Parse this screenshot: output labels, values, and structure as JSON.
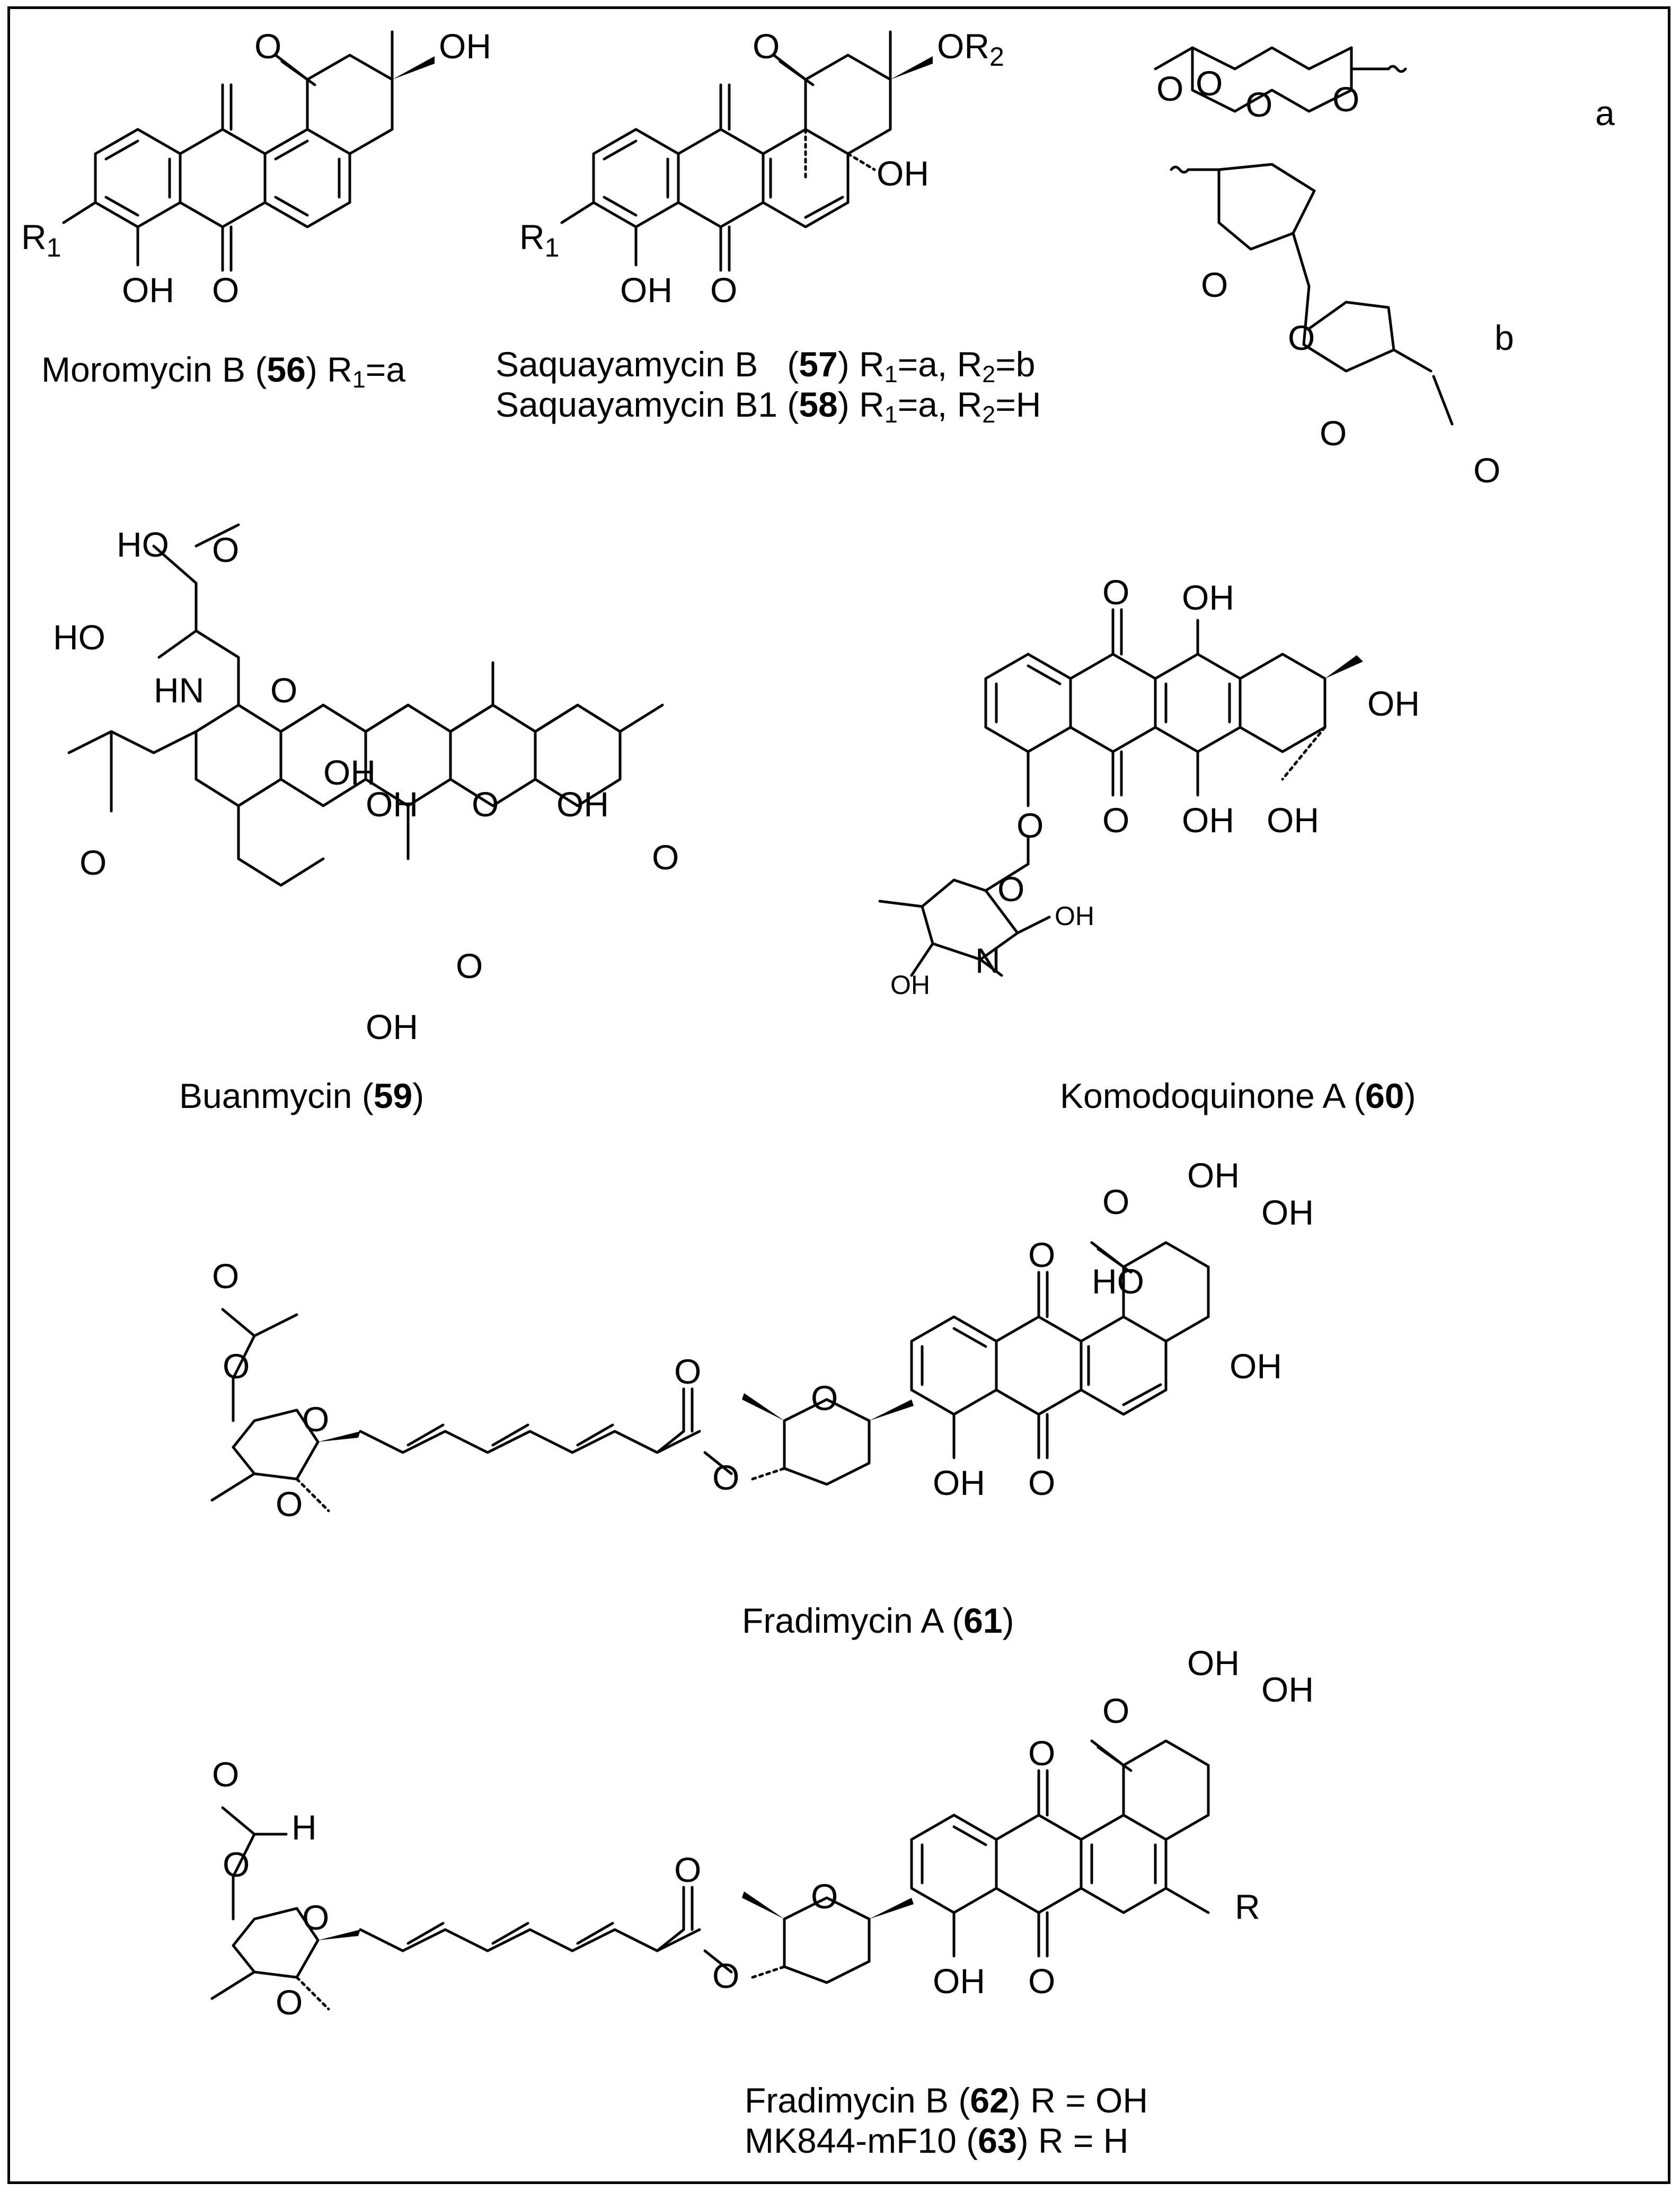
{
  "figure": {
    "substituent_labels": {
      "a": "a",
      "b": "b"
    },
    "atom_labels": {
      "O": "O",
      "OH": "OH",
      "HO": "HO",
      "HN": "HN",
      "N": "N",
      "H": "H",
      "R": "R",
      "OR2_O": "OR",
      "R2_sub": "2",
      "R1_R": "R",
      "R1_sub": "1"
    },
    "compounds": [
      {
        "name": "Moromycin B",
        "number": "56",
        "suffix": "R",
        "sub": "1",
        "rest": "=a"
      },
      {
        "name": "Saquayamycin B",
        "number": "57",
        "parts": [
          {
            "t": "R"
          },
          {
            "s": "1"
          },
          {
            "t": "=a, R"
          },
          {
            "s": "2"
          },
          {
            "t": "=b"
          }
        ]
      },
      {
        "name": "Saquayamycin B1",
        "number": "58",
        "parts": [
          {
            "t": "R"
          },
          {
            "s": "1"
          },
          {
            "t": "=a, R"
          },
          {
            "s": "2"
          },
          {
            "t": "=H"
          }
        ]
      },
      {
        "name": "Buanmycin",
        "number": "59"
      },
      {
        "name": "Komodoquinone A",
        "number": "60"
      },
      {
        "name": "Fradimycin A",
        "number": "61"
      },
      {
        "name": "Fradimycin B",
        "number": "62",
        "tail": "R = OH"
      },
      {
        "name": "MK844-mF10",
        "number": "63",
        "tail": "R = H"
      }
    ]
  }
}
